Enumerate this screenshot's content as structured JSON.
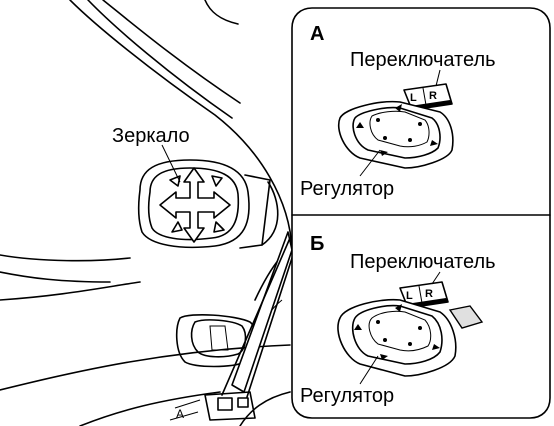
{
  "labels": {
    "mirror": "Зеркало",
    "panel_a": {
      "letter": "А",
      "switch": "Переключатель",
      "regulator": "Регулятор"
    },
    "panel_b": {
      "letter": "Б",
      "switch": "Переключатель",
      "regulator": "Регулятор"
    }
  },
  "switch_keys": [
    "L",
    "R"
  ],
  "colors": {
    "line": "#000000",
    "background": "#ffffff"
  }
}
